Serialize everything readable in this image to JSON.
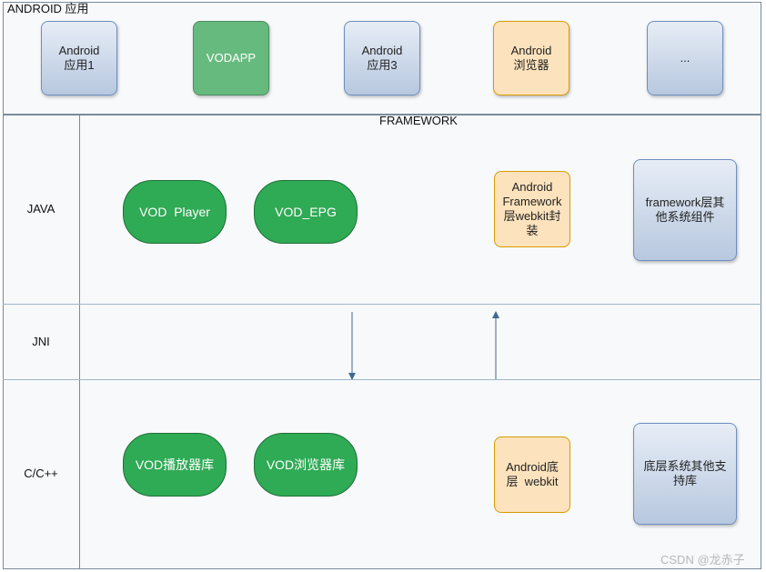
{
  "top": {
    "title": "ANDROID 应用",
    "apps": [
      {
        "line1": "Android",
        "line2": "应用1"
      },
      {
        "line1": "VODAPP",
        "line2": ""
      },
      {
        "line1": "Android",
        "line2": "应用3"
      },
      {
        "line1": "Android",
        "line2": "浏览器"
      },
      {
        "line1": "...",
        "line2": ""
      }
    ]
  },
  "framework": {
    "title": "FRAMEWORK"
  },
  "layers": {
    "java": "JAVA",
    "jni": "JNI",
    "native": "C/C++"
  },
  "java_row": {
    "vod_player": "VOD  Player",
    "vod_epg": "VOD_EPG",
    "webkit_wrap": [
      "Android",
      "Framework",
      "层webkit封",
      "装"
    ],
    "other_components": [
      "framework层其",
      "他系统组件"
    ]
  },
  "native_row": {
    "player_lib": "VOD播放器库",
    "browser_lib": "VOD浏览器库",
    "webkit": [
      "Android底",
      "层  webkit"
    ],
    "other_libs": [
      "底层系统其他支",
      "持库"
    ]
  },
  "watermark": "CSDN @龙赤子",
  "colors": {
    "blue_box": "#b7c8df",
    "green_box": "#67ba7e",
    "green_pill": "#2faa55",
    "orange_box": "#fde3bd"
  }
}
